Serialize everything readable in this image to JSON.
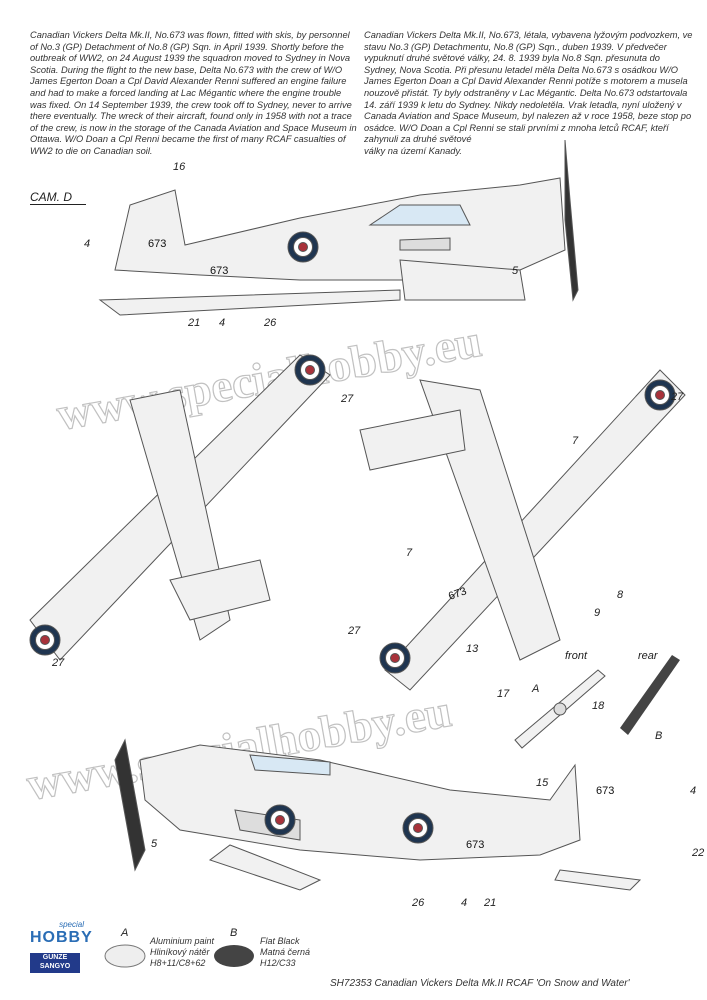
{
  "description_en": "Canadian Vickers Delta Mk.II, No.673 was flown, fitted with skis, by personnel of No.3 (GP) Detachment of No.8 (GP) Sqn. in April 1939. Shortly before the outbreak of WW2, on 24 August 1939 the squadron moved to Sydney in Nova Scotia. During the flight to the new base, Delta No.673 with the crew of W/O James Egerton Doan a Cpl David Alexander Renni suffered an engine failure and had to make a forced landing at Lac Mégantic where the engine trouble was fixed. On 14 September 1939, the crew took off to Sydney, never to arrive there eventually. The wreck of their aircraft, found only in 1958 with not a trace of the crew, is now in the storage of the Canada Aviation and Space Museum in Ottawa. W/O Doan a Cpl Renni became the first of many RCAF casualties of WW2 to die on Canadian soil.",
  "description_cz": "Canadian Vickers Delta Mk.II, No.673, létala, vybavena lyžovým podvozkem, ve stavu No.3 (GP) Detachmentu, No.8 (GP) Sqn., duben 1939. V předvečer vypuknutí druhé světové války, 24. 8. 1939 byla No.8 Sqn. přesunuta do Sydney, Nova Scotia. Při přesunu letadel měla Delta No.673 s osádkou W/O James Egerton Doan a Cpl David Alexander Renni potíže s motorem a musela nouzově přistát. Ty byly odstraněny v Lac Mégantic. Delta No.673 odstartovala 14. září 1939 k letu do Sydney. Nikdy nedoletěla. Vrak letadla, nyní uložený v Canada Aviation and Space Museum, byl nalezen až v roce 1958, beze stop po osádce. W/O Doan a Cpl Renni se stali prvními z mnoha letců RCAF, kteří zahynuli za druhé světové\nválky na území Kanady.",
  "camouflage_label": "CAM. D",
  "serial": "673",
  "watermark": "www.specialhobby.eu",
  "callouts": {
    "side_top": [
      "16",
      "4",
      "21",
      "4",
      "26",
      "5"
    ],
    "plan_top": [
      "27",
      "27"
    ],
    "plan_bottom": [
      "27",
      "7",
      "7",
      "8",
      "9",
      "13",
      "27"
    ],
    "props": {
      "front": "front",
      "rear": "rear",
      "A": "A",
      "B": "B",
      "c17": "17",
      "c18": "18"
    },
    "side_bottom": [
      "15",
      "4",
      "5",
      "22",
      "26",
      "4",
      "21"
    ]
  },
  "legend": [
    {
      "letter": "A",
      "line1": "Aluminium paint",
      "line2": "Hliníkový nátěr",
      "line3": "H8+11/C8+62",
      "color": "#eeeeee"
    },
    {
      "letter": "B",
      "line1": "Flat Black",
      "line2": "Matná černá",
      "line3": "H12/C33",
      "color": "#444444"
    }
  ],
  "logos": {
    "special_hobby_small": "special",
    "special_hobby_big": "HOBBY",
    "gunze": "GUNZE SANGYO"
  },
  "footer": "SH72353  Canadian Vickers Delta Mk.II RCAF 'On Snow and Water'",
  "colors": {
    "roundel_blue": "#1f3550",
    "roundel_red": "#a8323a",
    "aluminium": "#eeeeee"
  }
}
